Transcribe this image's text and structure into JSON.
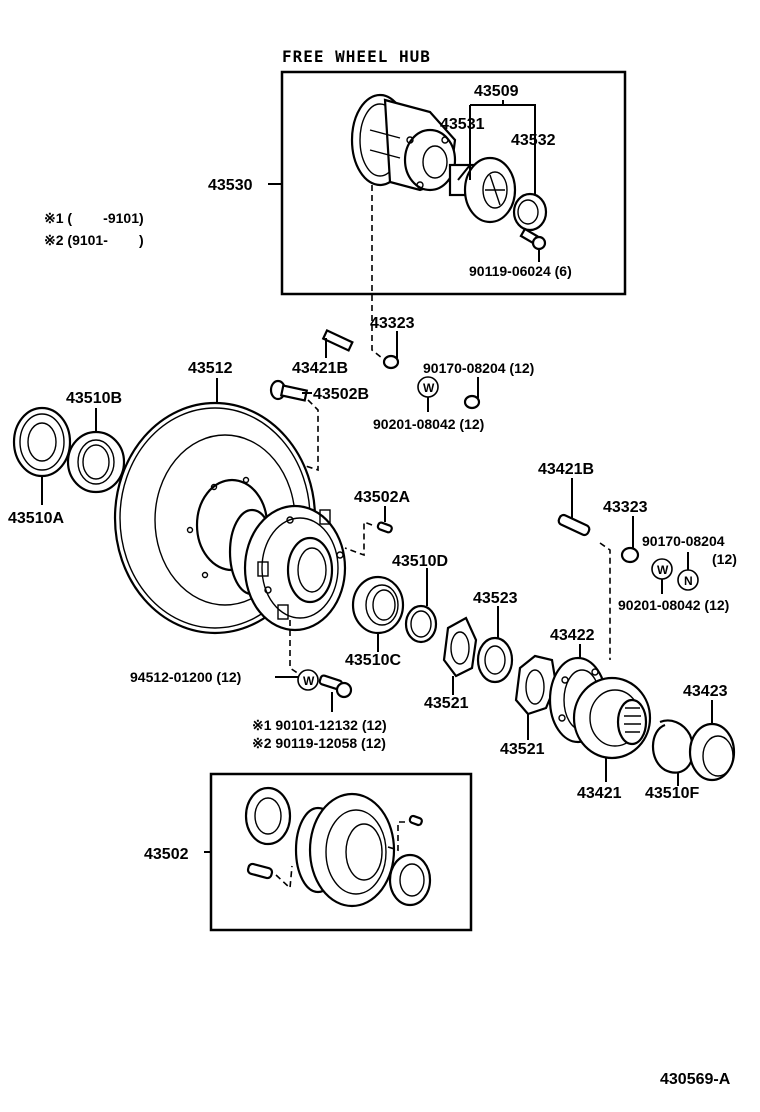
{
  "title": "FREE WHEEL HUB",
  "legend": {
    "note1": "※1 (        -9101)",
    "note2": "※2 (9101-        )"
  },
  "labels": {
    "p43509": "43509",
    "p43531": "43531",
    "p43532": "43532",
    "p43530": "43530",
    "p90119_06024": "90119-06024 (6)",
    "p43323_top": "43323",
    "p43421B_top": "43421B",
    "p43512": "43512",
    "p43502B": "43502B",
    "p90170_08204_top": "90170-08204 (12)",
    "p90201_08042_top": "90201-08042 (12)",
    "p43510B": "43510B",
    "p43510A": "43510A",
    "p43502A": "43502A",
    "p43510D": "43510D",
    "p43510C": "43510C",
    "p43523": "43523",
    "p43521_a": "43521",
    "p43521_b": "43521",
    "p43421B_right": "43421B",
    "p43323_right": "43323",
    "p90170_08204_right": "90170-08204",
    "p90170_08204_right_qty": "(12)",
    "p90201_08042_right": "90201-08042 (12)",
    "p43422": "43422",
    "p43423": "43423",
    "p43421": "43421",
    "p43510F": "43510F",
    "p94512_01200": "94512-01200 (12)",
    "p90101_12132": "※1 90101-12132 (12)",
    "p90119_12058": "※2 90119-12058 (12)",
    "p43502": "43502"
  },
  "symbols": {
    "washer": "W",
    "nut": "N"
  },
  "figure_id": "430569-A"
}
